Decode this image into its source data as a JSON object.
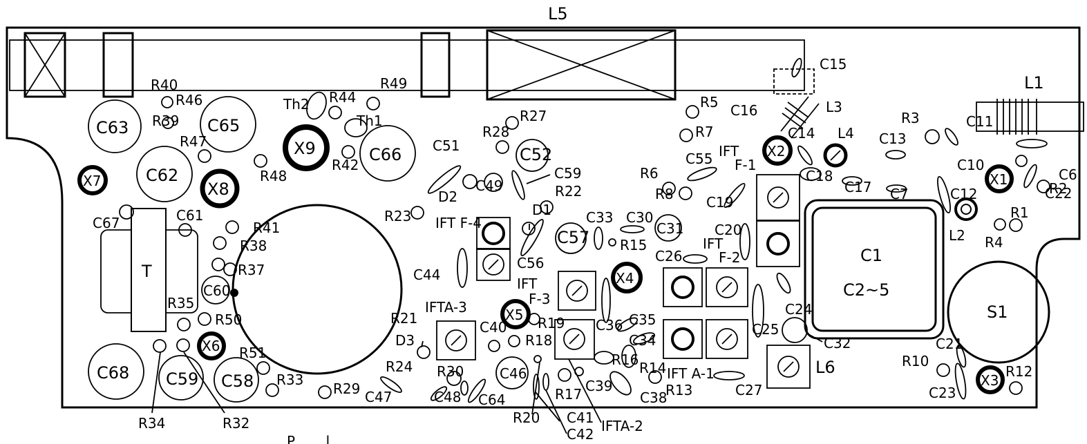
{
  "labels": {
    "L5": "L5",
    "L1": "L1",
    "L2": "L2",
    "L3": "L3",
    "L4": "L4",
    "L6": "L6",
    "C1": "C1",
    "C2_5": "C2~5",
    "C6": "C6",
    "C7": "C7",
    "C10": "C10",
    "C11": "C11",
    "C12": "C12",
    "C13": "C13",
    "C14": "C14",
    "C15": "C15",
    "C16": "C16",
    "C17": "C17",
    "C18": "C18",
    "C19": "C19",
    "C20": "C20",
    "C21": "C21",
    "C22": "C22",
    "C23": "C23",
    "C24": "C24",
    "C25": "C25",
    "C26": "C26",
    "C27": "C27",
    "C30": "C30",
    "C31": "C31",
    "C32": "C32",
    "C33": "C33",
    "C34": "C34",
    "C35": "C35",
    "C36": "C36",
    "C38": "C38",
    "C39": "C39",
    "C40": "C40",
    "C41": "C41",
    "C42": "C42",
    "C44": "C44",
    "C46": "C46",
    "C47": "C47",
    "C48": "C48",
    "C49": "C49",
    "C51": "C51",
    "C52": "C52",
    "C55": "C55",
    "C56": "C56",
    "C57": "C57",
    "C58": "C58",
    "C59a": "C59",
    "C59b": "C59",
    "C60": "C60",
    "C61": "C61",
    "C62": "C62",
    "C63": "C63",
    "C64": "C64",
    "C65": "C65",
    "C66": "C66",
    "C67": "C67",
    "C68": "C68",
    "R1": "R1",
    "R2": "R2",
    "R3": "R3",
    "R4": "R4",
    "R5": "R5",
    "R6": "R6",
    "R7": "R7",
    "R8": "R8",
    "R10": "R10",
    "R12": "R12",
    "R13": "R13",
    "R14": "R14",
    "R15": "R15",
    "R16": "R16",
    "R17": "R17",
    "R18": "R18",
    "R19": "R19",
    "R20": "R20",
    "R21": "R21",
    "R22": "R22",
    "R23": "R23",
    "R24": "R24",
    "R27": "R27",
    "R28": "R28",
    "R29": "R29",
    "R30": "R30",
    "R32": "R32",
    "R33": "R33",
    "R34": "R34",
    "R35": "R35",
    "R37": "R37",
    "R38": "R38",
    "R39": "R39",
    "R40": "R40",
    "R41": "R41",
    "R42": "R42",
    "R44": "R44",
    "R46": "R46",
    "R47": "R47",
    "R48": "R48",
    "R49": "R49",
    "R50": "R50",
    "R51": "R51",
    "X1": "X1",
    "X2": "X2",
    "X3": "X3",
    "X4": "X4",
    "X5": "X5",
    "X6": "X6",
    "X7": "X7",
    "X8": "X8",
    "X9": "X9",
    "D1": "D1",
    "D2": "D2",
    "D3": "D3",
    "Th1": "Th1",
    "Th2": "Th2",
    "T": "T",
    "S1": "S1",
    "IFT": "IFT",
    "IFT_F1": "F-1",
    "IFT_F2": "F-2",
    "IFT_F3": "F-3",
    "IFT_F4": "IFT F-4",
    "IFTA1": "IFT  A-1",
    "IFTA2": "IFTA-2",
    "IFTA3": "IFTA-3",
    "bottom_partial": "Р . . . l . ."
  }
}
